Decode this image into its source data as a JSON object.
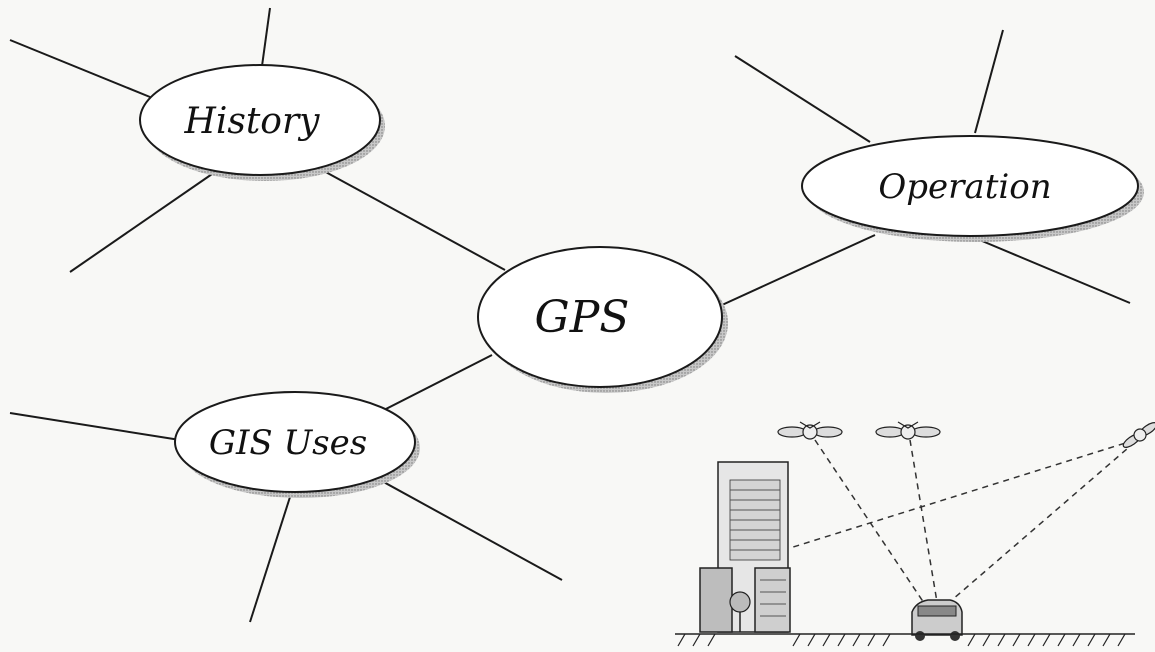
{
  "diagram": {
    "center": {
      "label": "GPS"
    },
    "nodes": [
      {
        "id": "history",
        "label": "History"
      },
      {
        "id": "operation",
        "label": "Operation"
      },
      {
        "id": "gis-uses",
        "label": "GIS Uses"
      }
    ]
  },
  "illustration": {
    "subject": "GPS satellites signaling a vehicle near a building",
    "satellite_count": 3
  }
}
